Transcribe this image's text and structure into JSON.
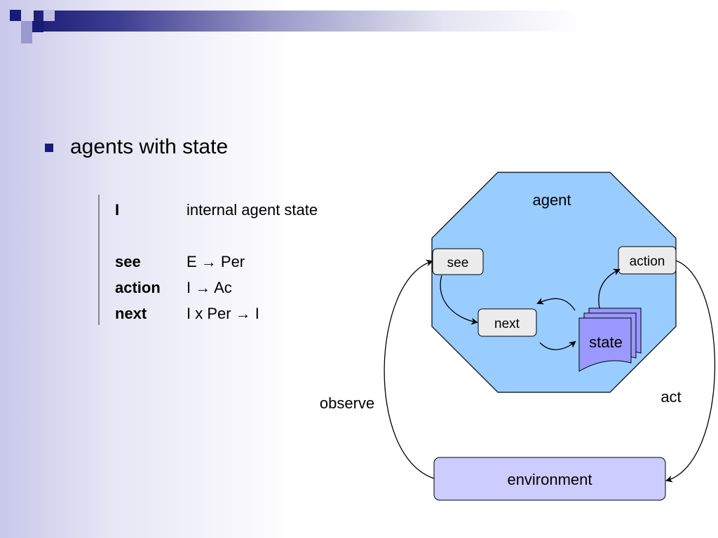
{
  "slide": {
    "bullet": "agents with state",
    "definitions": [
      {
        "term": "I",
        "desc": "internal agent state"
      },
      {
        "term": "see",
        "desc": "E  →  Per"
      },
      {
        "term": "action",
        "desc": "I  →  Ac"
      },
      {
        "term": "next",
        "desc": "I x Per →  I"
      }
    ]
  },
  "diagram": {
    "agent_label": "agent",
    "see_label": "see",
    "action_label": "action",
    "next_label": "next",
    "state_label": "state",
    "environment_label": "environment",
    "observe_label": "observe",
    "act_label": "act",
    "colors": {
      "agent_fill": "#99ccff",
      "box_fill": "#ececec",
      "state_fill": "#9999ff",
      "environment_fill": "#ccccff",
      "bullet": "#1a1a78"
    }
  }
}
